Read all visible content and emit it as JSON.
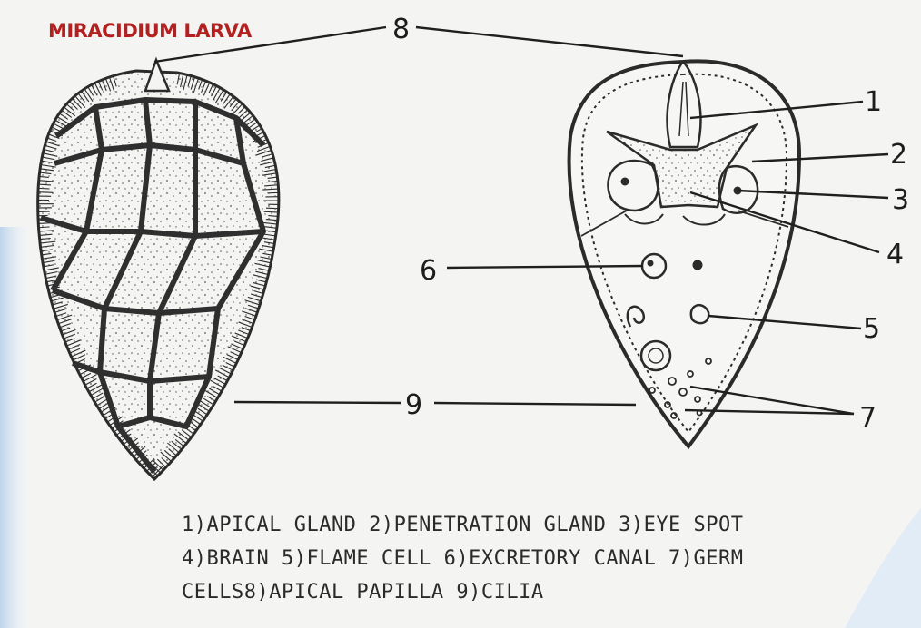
{
  "title": "MIRACIDIUM LARVA",
  "labels": {
    "n1": "1",
    "n2": "2",
    "n3": "3",
    "n4": "4",
    "n5": "5",
    "n6": "6",
    "n7": "7",
    "n8": "8",
    "n9": "9"
  },
  "legend": {
    "line1": "1)APICAL GLAND 2)PENETRATION GLAND  3)EYE SPOT",
    "line2": "4)BRAIN  5)FLAME CELL 6)EXCRETORY CANAL 7)GERM",
    "line3": "CELLS8)APICAL PAPILLA 9)CILIA"
  },
  "colors": {
    "ink": "#2b2b2b",
    "title": "#b3201f",
    "paper": "#f4f4f2",
    "bg_left": "#cfe0f0",
    "bg_bottom_right": "#d8e6f3"
  }
}
